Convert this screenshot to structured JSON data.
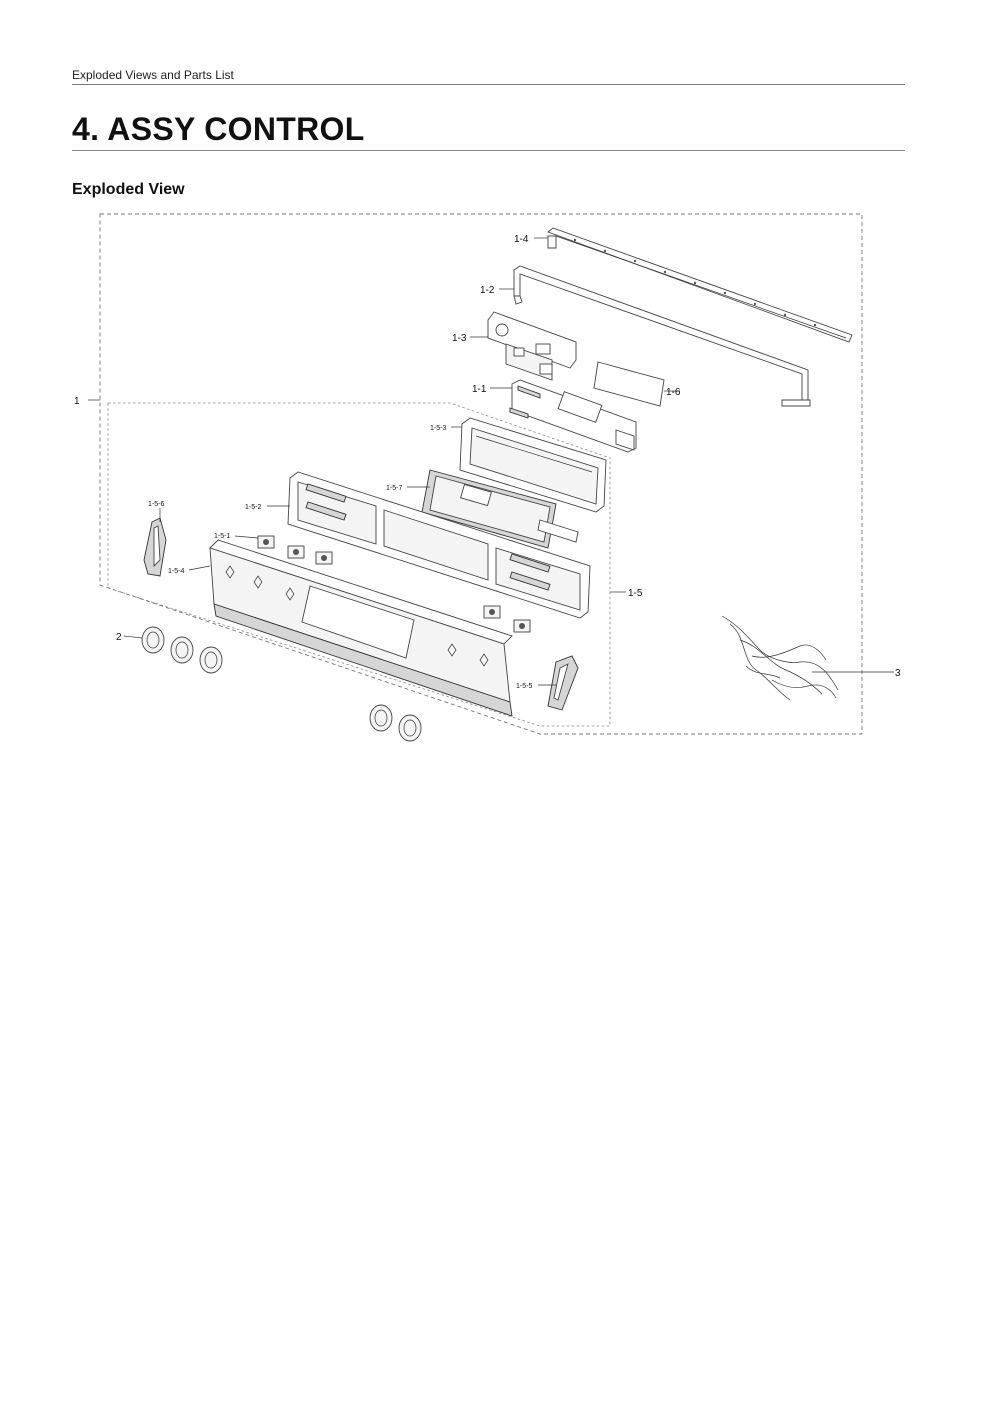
{
  "header": {
    "running_title": "Exploded Views and Parts List"
  },
  "page": {
    "title": "4.  ASSY CONTROL"
  },
  "section": {
    "title": "Exploded View"
  },
  "callouts": {
    "c1": "1",
    "c1_1": "1-1",
    "c1_2": "1-2",
    "c1_3": "1-3",
    "c1_4": "1-4",
    "c1_5": "1-5",
    "c1_5_1": "1-5-1",
    "c1_5_2": "1-5-2",
    "c1_5_3": "1-5-3",
    "c1_5_4": "1-5-4",
    "c1_5_5": "1-5-5",
    "c1_5_6": "1-5-6",
    "c1_5_7": "1-5-7",
    "c1_6": "1-6",
    "c2": "2",
    "c3": "3"
  }
}
